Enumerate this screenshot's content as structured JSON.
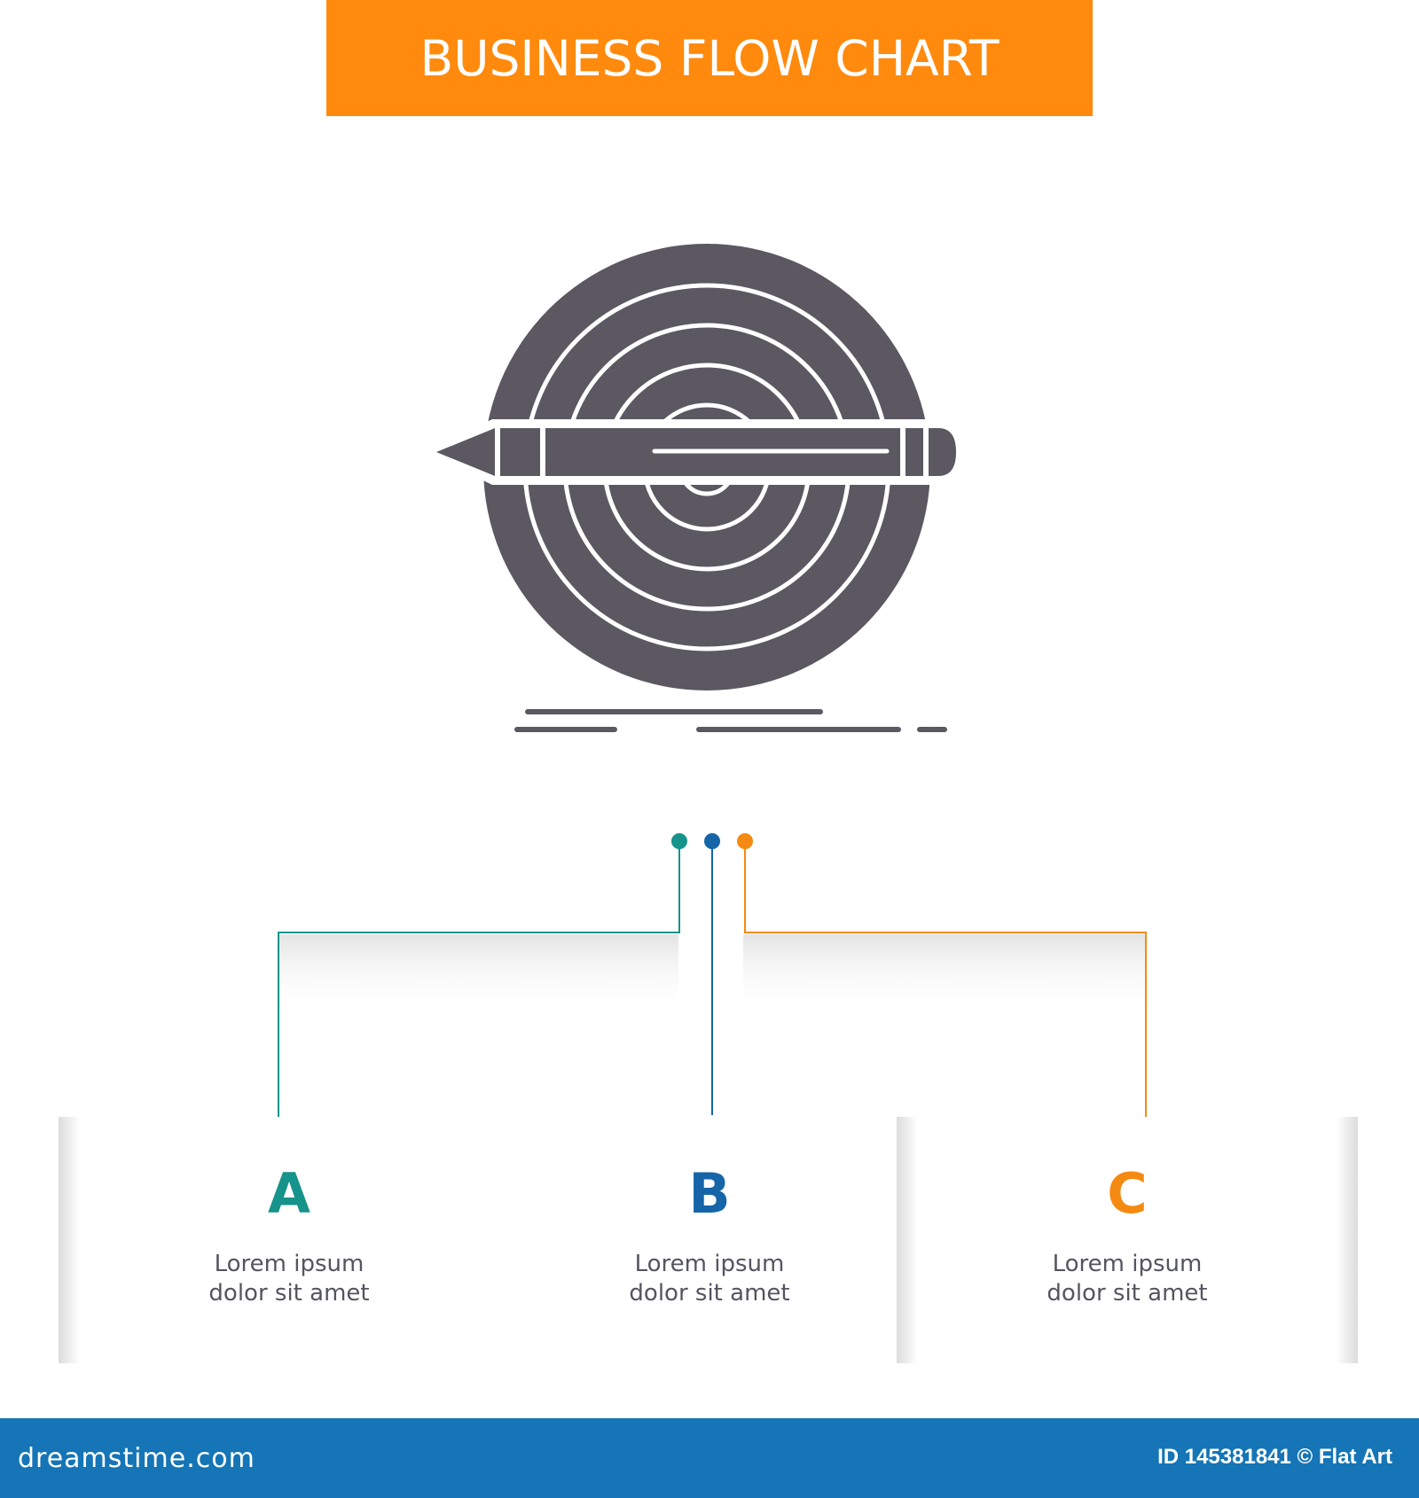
{
  "header": {
    "title": "BUSINESS FLOW CHART"
  },
  "icon": {
    "name": "target-pencil-icon",
    "color": "#5b5862"
  },
  "branches": [
    {
      "letter": "A",
      "line1": "Lorem ipsum",
      "line2": "dolor sit amet",
      "color": "#16938a"
    },
    {
      "letter": "B",
      "line1": "Lorem ipsum",
      "line2": "dolor sit amet",
      "color": "#1565a8"
    },
    {
      "letter": "C",
      "line1": "Lorem ipsum",
      "line2": "dolor sit amet",
      "color": "#f58a12"
    }
  ],
  "footer": {
    "brand": "dreamstime.com",
    "id_text": "ID 145381841 © Flat Art",
    "background": "#1575b6"
  },
  "colors": {
    "banner": "#ff8a0d",
    "text_gray": "#555560"
  }
}
